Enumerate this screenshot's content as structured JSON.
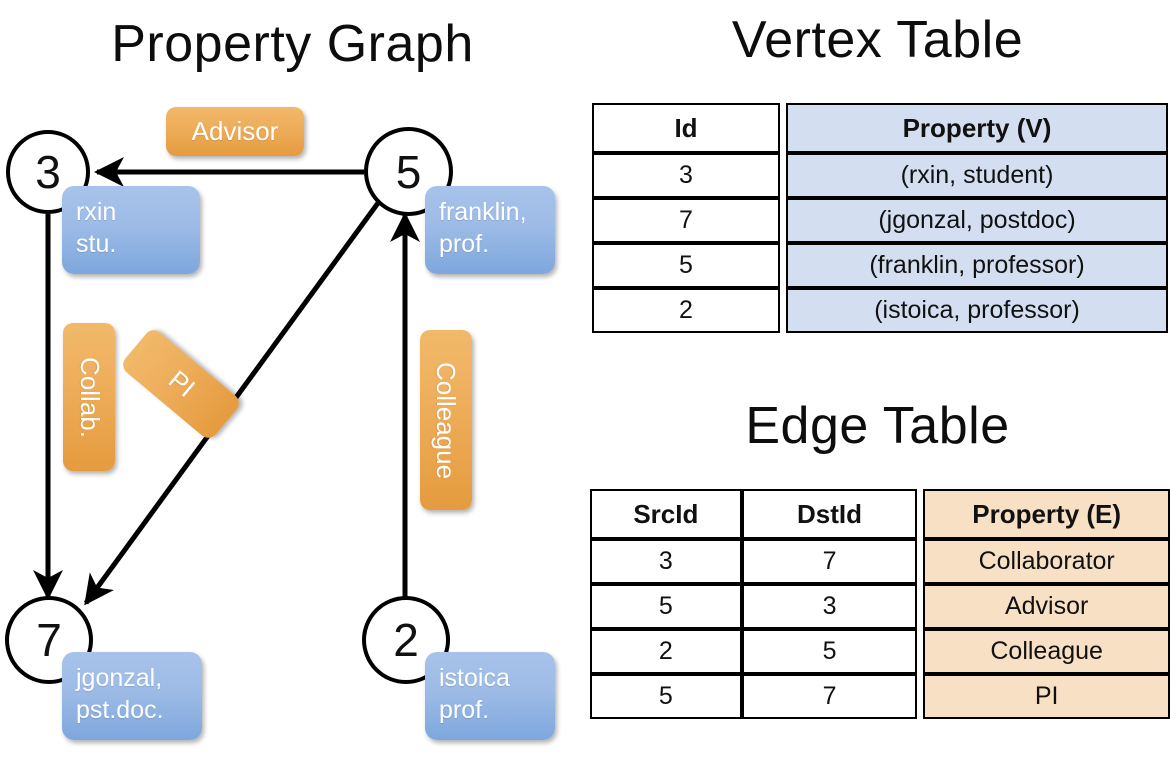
{
  "titles": {
    "graph": "Property Graph",
    "vertex_table": "Vertex Table",
    "edge_table": "Edge Table"
  },
  "graph": {
    "vertices": [
      {
        "id": "3",
        "property_line1": "rxin",
        "property_line2": "stu."
      },
      {
        "id": "5",
        "property_line1": "franklin,",
        "property_line2": "prof."
      },
      {
        "id": "7",
        "property_line1": "jgonzal,",
        "property_line2": "pst.doc."
      },
      {
        "id": "2",
        "property_line1": "istoica",
        "property_line2": "prof."
      }
    ],
    "edge_labels": [
      {
        "text": "Advisor",
        "orientation": "horizontal"
      },
      {
        "text": "Collab.",
        "orientation": "vertical"
      },
      {
        "text": "PI",
        "orientation": "diagonal"
      },
      {
        "text": "Colleague",
        "orientation": "vertical"
      }
    ]
  },
  "vertex_table": {
    "headers": [
      "Id",
      "Property (V)"
    ],
    "rows": [
      {
        "id": "3",
        "property": "(rxin, student)"
      },
      {
        "id": "7",
        "property": "(jgonzal, postdoc)"
      },
      {
        "id": "5",
        "property": "(franklin, professor)"
      },
      {
        "id": "2",
        "property": "(istoica, professor)"
      }
    ]
  },
  "edge_table": {
    "headers": [
      "SrcId",
      "DstId",
      "Property (E)"
    ],
    "rows": [
      {
        "src": "3",
        "dst": "7",
        "property": "Collaborator"
      },
      {
        "src": "5",
        "dst": "3",
        "property": "Advisor"
      },
      {
        "src": "2",
        "dst": "5",
        "property": "Colleague"
      },
      {
        "src": "5",
        "dst": "7",
        "property": "PI"
      }
    ]
  },
  "colors": {
    "vertex_cell": "#d3dff1",
    "edge_cell": "#f8e0c5",
    "vertex_callout": "#9dbbe6",
    "edge_label": "#eeae5c",
    "background": "#ffffff",
    "stroke": "#000000"
  }
}
